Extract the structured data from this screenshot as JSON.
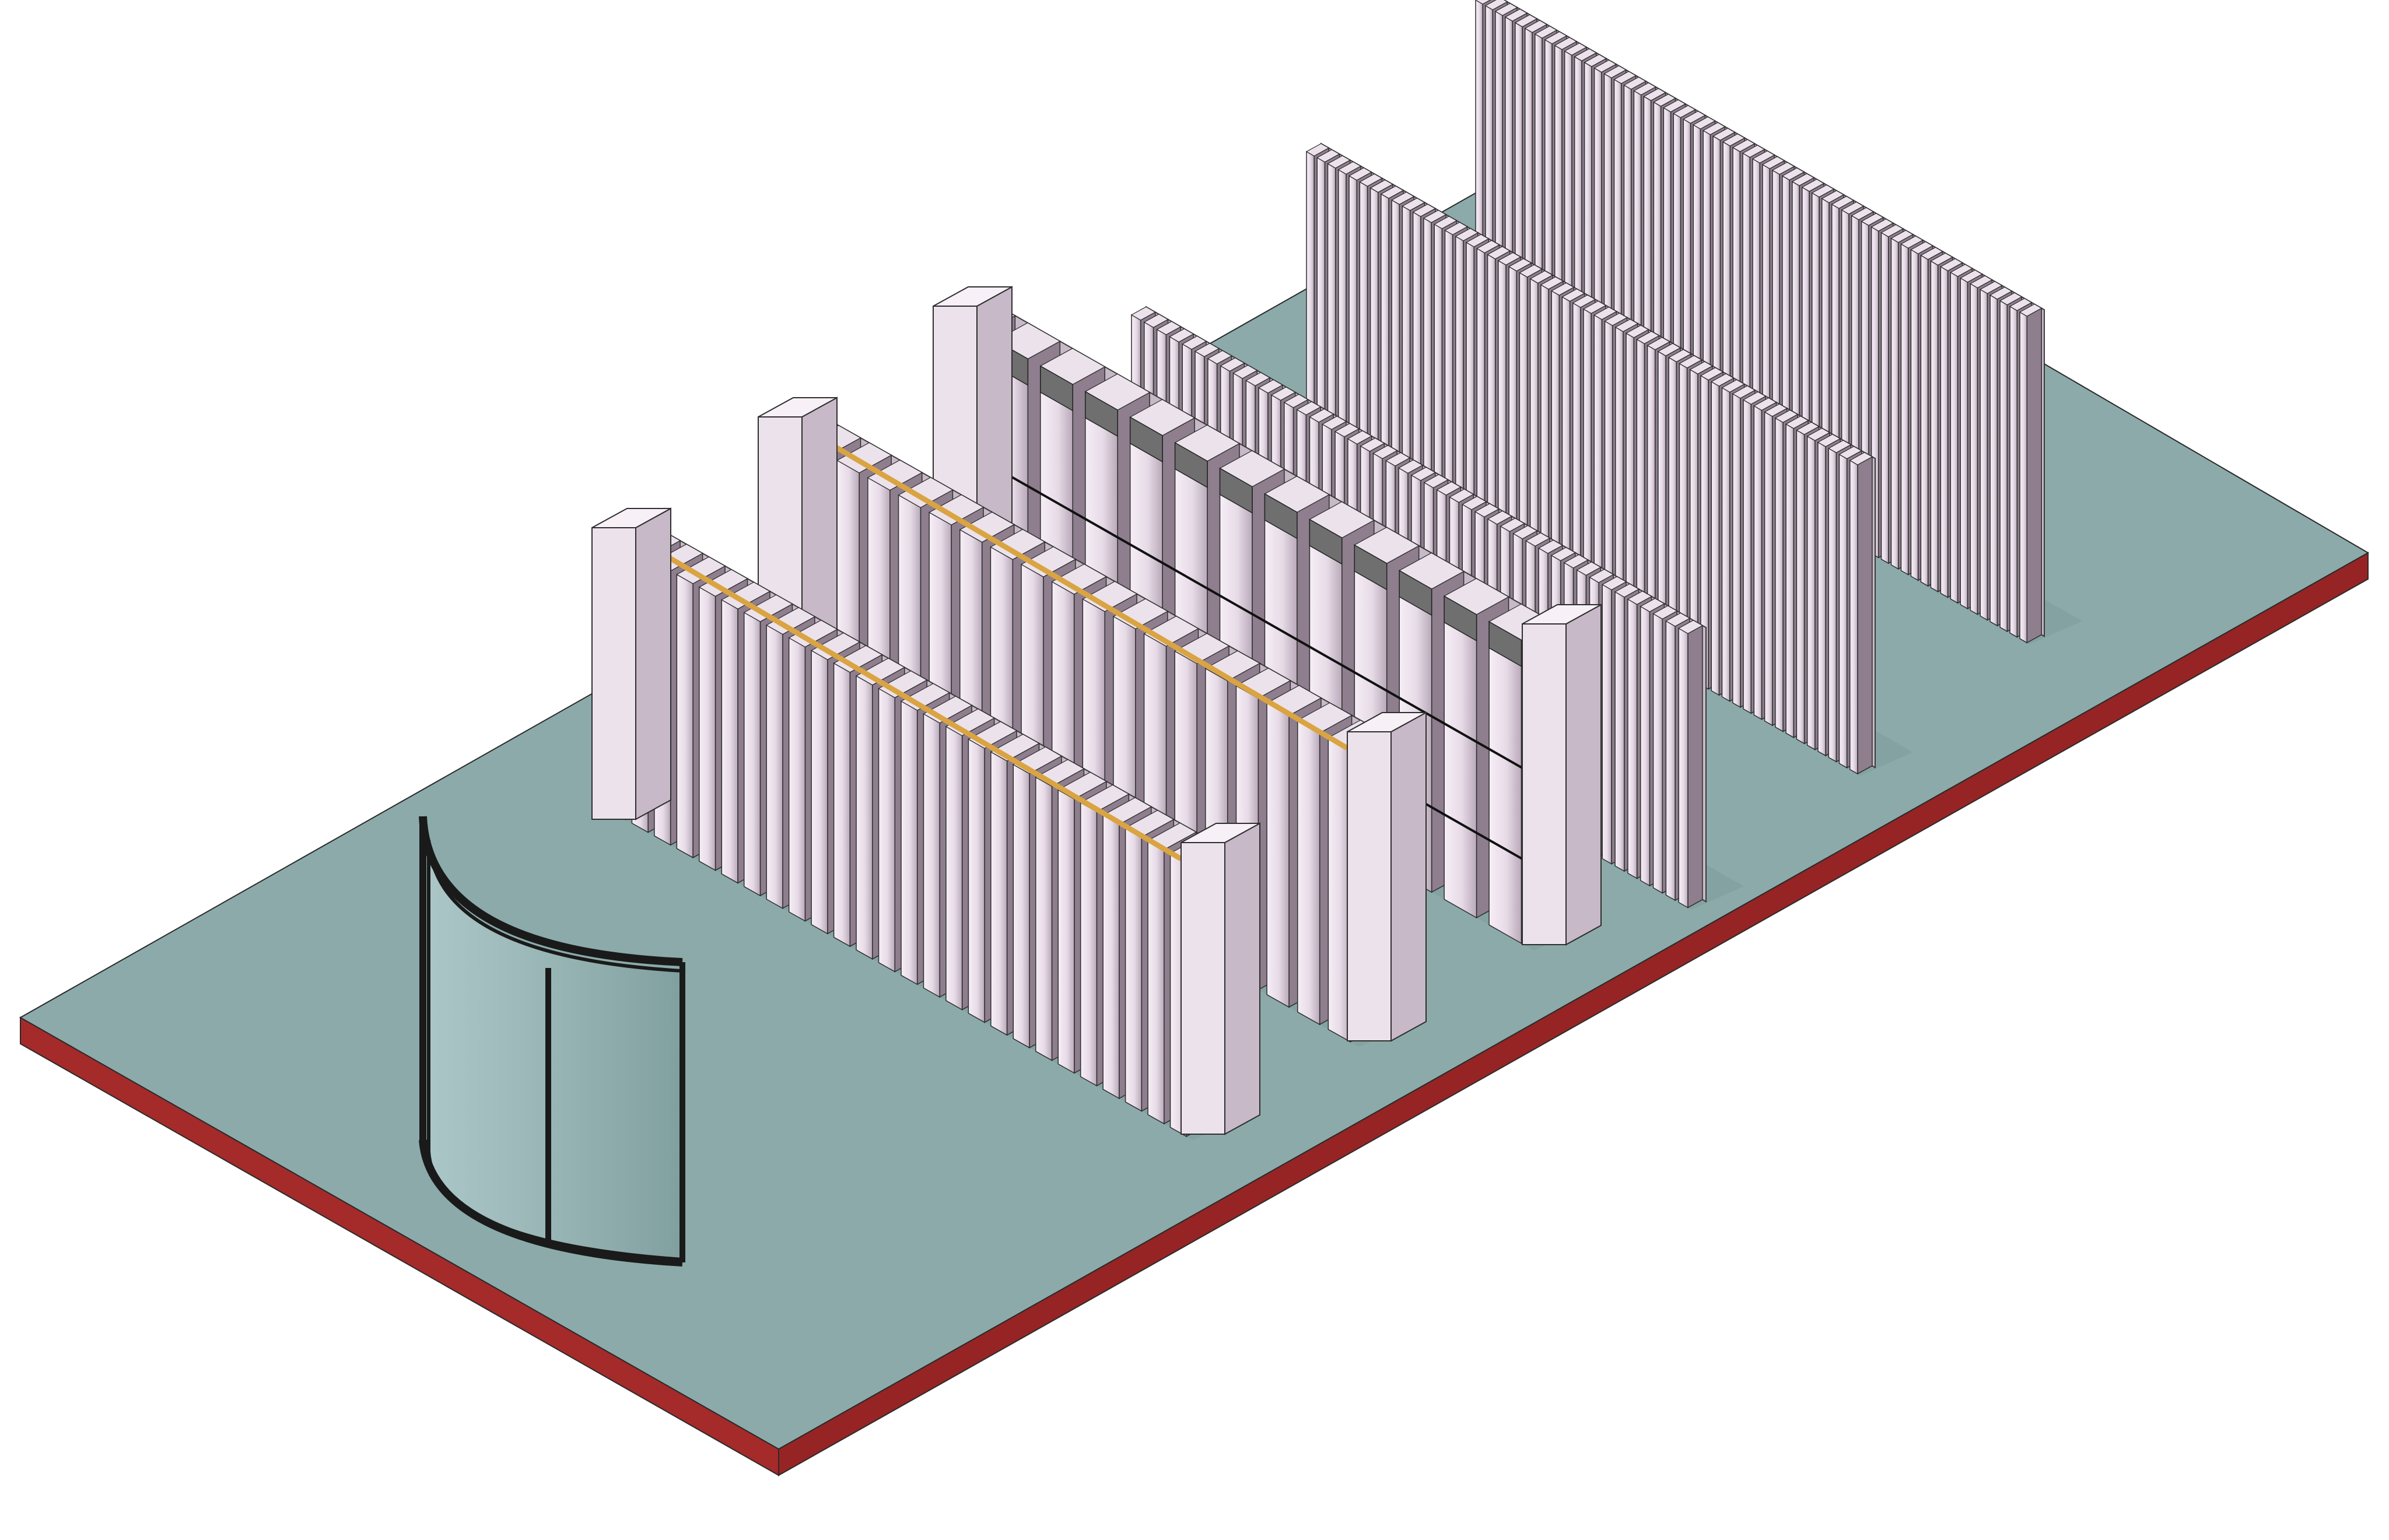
{
  "colors": {
    "background": "#ffffff",
    "slab_top": "#8caaaa",
    "slab_side": "#a52a2a",
    "slab_front": "#962424",
    "panel_face": "#ece2ec",
    "panel_shade": "#c7b9c7",
    "panel_dark": "#8e7e8e",
    "rail": "#d9a441",
    "dark_tile": "#6f6f6f",
    "glass": "#9ab8b8",
    "frame": "#1a1a1a"
  },
  "walls": [
    {
      "id": "fluted-wall-a",
      "style": "fluted-posts",
      "fins": 26
    },
    {
      "id": "fluted-wall-b",
      "style": "scalloped-posts",
      "fins": 19
    },
    {
      "id": "tiled-wall",
      "style": "tiled-posts",
      "fins": 13
    },
    {
      "id": "fin-wall-c",
      "style": "thin-fins",
      "fins": 44
    },
    {
      "id": "fin-wall-d",
      "style": "thin-fins",
      "fins": 52
    },
    {
      "id": "fin-wall-e",
      "style": "thin-fins",
      "fins": 56
    }
  ],
  "glass_enclosure": {
    "id": "curved-glass-enclosure",
    "panels": 2
  }
}
